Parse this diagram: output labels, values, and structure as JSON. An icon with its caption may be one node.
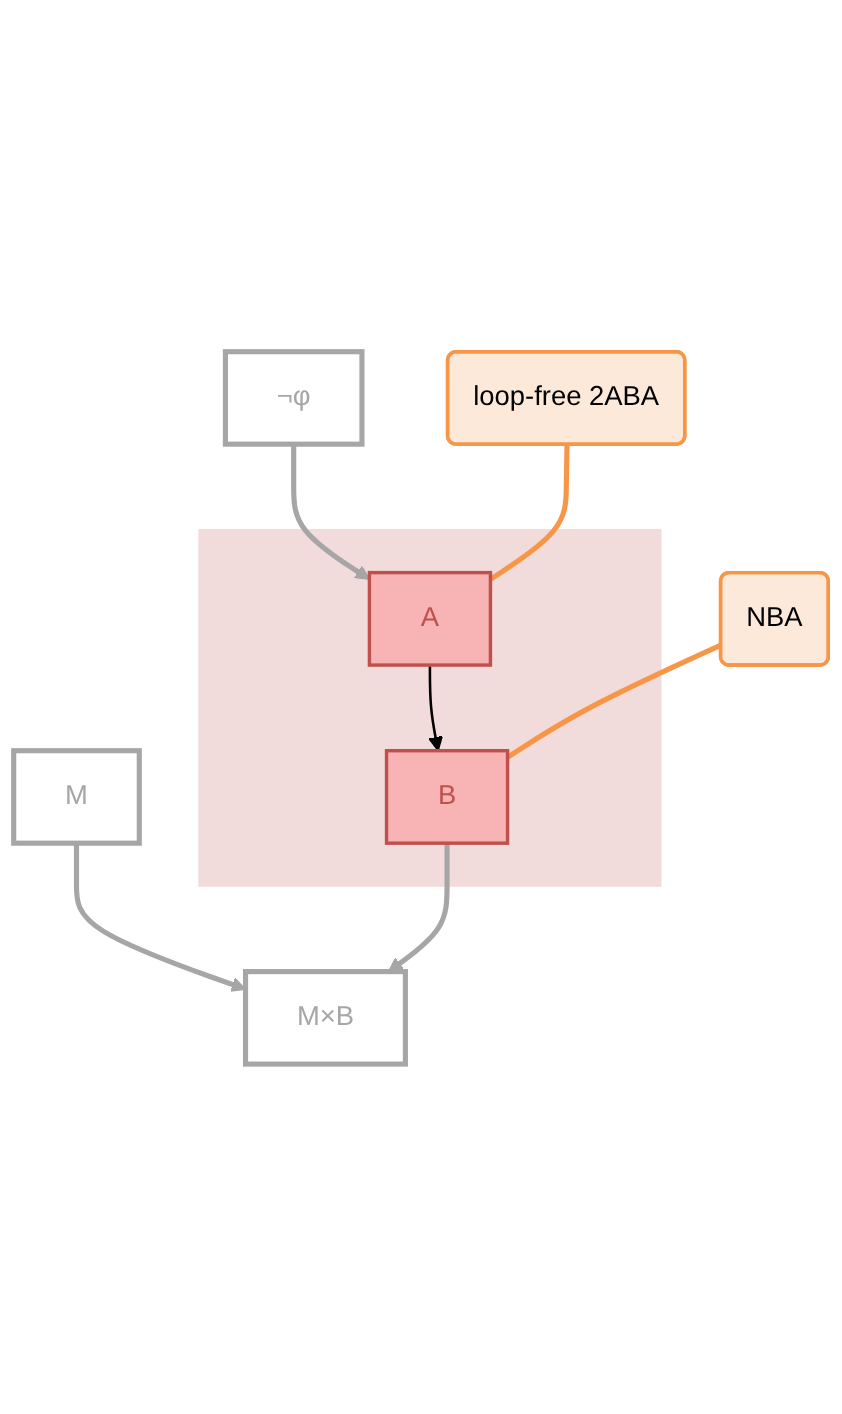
{
  "diagram": {
    "nodes": [
      {
        "text": [
          "¬φ"
        ]
      },
      {
        "text": [
          "loop-free 2ABA"
        ]
      },
      {
        "text": [],
        "shape": "box"
      },
      {
        "text": [
          "A"
        ],
        "in": 2
      },
      {
        "text": [
          "NBA"
        ]
      },
      {
        "text": [
          "M"
        ]
      },
      {
        "text": [
          "B"
        ],
        "in": 2
      },
      {
        "text": [
          "M×B"
        ]
      }
    ],
    "edges": [
      {
        "from": 0,
        "to": 3,
        "arrow": "to"
      },
      {
        "from": 1,
        "to": 3,
        "arrow": "none",
        "color": "#f79646"
      },
      {
        "from": 3,
        "to": 6,
        "arrow": "to",
        "color": "#000000"
      },
      {
        "from": 4,
        "to": 6,
        "arrow": "none",
        "color": "#f79646"
      },
      {
        "from": 5,
        "to": 7,
        "arrow": "to"
      },
      {
        "from": 6,
        "to": 7,
        "arrow": "to"
      }
    ]
  }
}
